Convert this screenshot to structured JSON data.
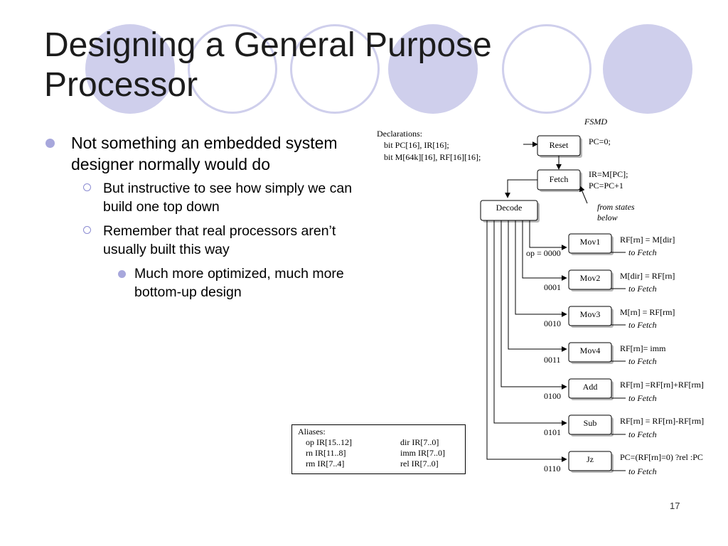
{
  "slide": {
    "title": "Designing a General Purpose Processor",
    "page_number": "17"
  },
  "bullets": {
    "l1": "Not something an embedded system designer normally would do",
    "l2a": "But instructive to see how simply we can build one top down",
    "l2b": "Remember that real processors aren’t usually built this way",
    "l3": "Much more optimized, much more bottom-up design"
  },
  "fsmd": {
    "title": "FSMD",
    "declarations": [
      "Declarations:",
      "bit PC[16], IR[16];",
      "bit M[64k][16], RF[16][16];"
    ],
    "reset_label": "Reset",
    "reset_action": "PC=0;",
    "fetch_label": "Fetch",
    "fetch_action": [
      "IR=M[PC];",
      "PC=PC+1"
    ],
    "decode_label": "Decode",
    "from_states": [
      "from states",
      "below"
    ],
    "states": [
      {
        "label": "Mov1",
        "action": "RF[rn] = M[dir]",
        "next": "to Fetch",
        "cond": "op = 0000"
      },
      {
        "label": "Mov2",
        "action": "M[dir] = RF[rn]",
        "next": "to Fetch",
        "cond": "0001"
      },
      {
        "label": "Mov3",
        "action": "M[rn] = RF[rm]",
        "next": "to Fetch",
        "cond": "0010"
      },
      {
        "label": "Mov4",
        "action": "RF[rn]= imm",
        "next": "to Fetch",
        "cond": "0011"
      },
      {
        "label": "Add",
        "action": "RF[rn] =RF[rn]+RF[rm]",
        "next": "to Fetch",
        "cond": "0100"
      },
      {
        "label": "Sub",
        "action": "RF[rn] = RF[rn]-RF[rm]",
        "next": "to Fetch",
        "cond": "0101"
      },
      {
        "label": "Jz",
        "action": "PC=(RF[rn]=0) ?rel :PC",
        "next": "to Fetch",
        "cond": "0110"
      }
    ]
  },
  "aliases": {
    "title": "Aliases:",
    "left": [
      "op  IR[15..12]",
      "rn  IR[11..8]",
      "rm  IR[7..4]"
    ],
    "right": [
      "dir     IR[7..0]",
      "imm  IR[7..0]",
      "rel     IR[7..0]"
    ]
  },
  "colors": {
    "accent": "#cfcfec",
    "bullet": "#a7a7dc"
  }
}
